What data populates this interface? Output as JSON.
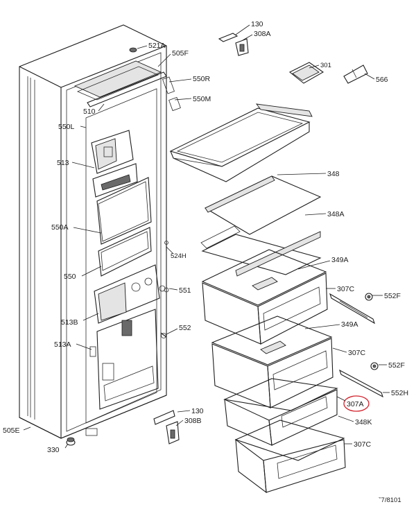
{
  "diagram": {
    "drawing_number": "‶7/8101",
    "highlight_color": "#d0202a",
    "labels": {
      "l521A": "521A",
      "l505F": "505F",
      "l130a": "130",
      "l308A": "308A",
      "l301": "301",
      "l566": "566",
      "l550R": "550R",
      "l550M": "550M",
      "l510": "510",
      "l550L": "550L",
      "l513": "513",
      "l348": "348",
      "l348A": "348A",
      "l550A": "550A",
      "l524H": "524H",
      "l349A_1": "349A",
      "l550": "550",
      "l551": "551",
      "l307C_1": "307C",
      "l552F_1": "552F",
      "l513B": "513B",
      "l552": "552",
      "l349A_2": "349A",
      "l513A": "513A",
      "l307C_2": "307C",
      "l552F_2": "552F",
      "l552H": "552H",
      "l307A": "307A",
      "l505E": "505E",
      "l130b": "130",
      "l308B": "308B",
      "l348K": "348K",
      "l330": "330",
      "l307C_3": "307C"
    }
  }
}
